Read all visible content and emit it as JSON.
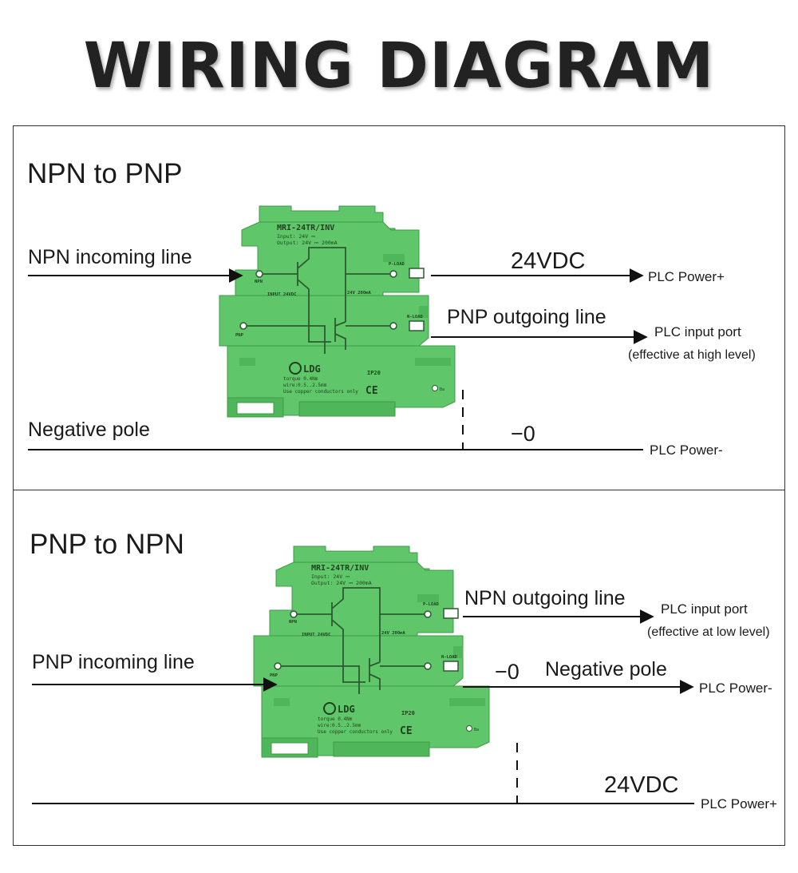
{
  "title": "WIRING DIAGRAM",
  "sections": [
    {
      "heading": "NPN to PNP",
      "incoming": "NPN  incoming line",
      "outgoing": "PNP outgoing line",
      "voltage": "24VDC",
      "negative_label": "Negative pole",
      "zero": "−0",
      "targets": {
        "power_plus": "PLC Power+",
        "input_port": "PLC input port",
        "input_note": "(effective at high level)",
        "power_minus": "PLC Power-"
      }
    },
    {
      "heading": "PNP to NPN",
      "incoming": "PNP  incoming line",
      "outgoing": "NPN outgoing line",
      "voltage": "24VDC",
      "negative_label": "Negative pole",
      "zero": "−0",
      "targets": {
        "power_plus": "PLC Power+",
        "input_port": "PLC input port",
        "input_note": "(effective at low level)",
        "power_minus": "PLC Power-"
      }
    }
  ],
  "device": {
    "model": "MRI-24TR/INV",
    "input": "Input:   24V ⎓",
    "output": "Output: 24V ⎓ 200mA",
    "npn": "NPN",
    "pnp": "PNP",
    "input_rating": "INPUT 24VDC",
    "output_rating": "24V 200mA",
    "p_load": "P-LOAD",
    "n_load": "N-LOAD",
    "brand": "LDG",
    "torque": "torque 0.4Nm",
    "wire": "wire:0.5..2.5mm",
    "copper": "Use copper conductors only",
    "ip": "IP20",
    "ce": "CE",
    "led": "Ba"
  },
  "colors": {
    "device_green": "#5fc769",
    "device_dark": "#3e9a47",
    "line": "#111111"
  }
}
